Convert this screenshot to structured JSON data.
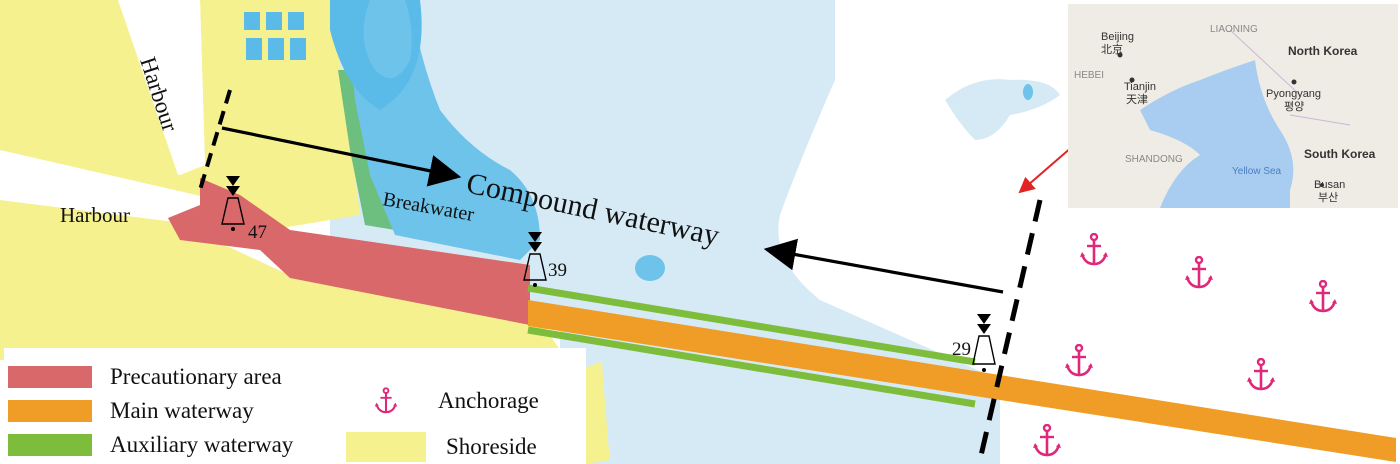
{
  "labels": {
    "harbour_vertical": "Harbour",
    "harbour_left": "Harbour",
    "breakwater": "Breakwater",
    "compound_waterway": "Compound waterway"
  },
  "buoys": [
    {
      "number": "47"
    },
    {
      "number": "39"
    },
    {
      "number": "29"
    }
  ],
  "inset_map": {
    "countries": [
      "North Korea",
      "South Korea"
    ],
    "provinces": [
      "LIAONING",
      "HEBEI",
      "SHANDONG"
    ],
    "cities": [
      {
        "name": "Beijing",
        "local": "北京"
      },
      {
        "name": "Tianjin",
        "local": "天津"
      },
      {
        "name": "Pyongyang",
        "local": "평양"
      },
      {
        "name": "Busan",
        "local": "부산"
      }
    ],
    "sea": "Yellow Sea"
  },
  "legend": [
    {
      "label": "Precautionary  area",
      "color": "#d9686a"
    },
    {
      "label": "Main waterway",
      "color": "#ef9d26"
    },
    {
      "label": "Auxiliary waterway",
      "color": "#7dbd3b"
    },
    {
      "label": "Anchorage",
      "icon": "anchor-icon",
      "color": "#e0287a"
    },
    {
      "label": "Shoreside",
      "color": "#f6f18f"
    }
  ],
  "colors": {
    "land": "#f6f18f",
    "shallow_water": "#6ec3ea",
    "open_water": "#d6eaf6",
    "green_strip": "#6cbf7e",
    "anchorage": "#e0287a",
    "pointer_arrow": "#e32222"
  }
}
